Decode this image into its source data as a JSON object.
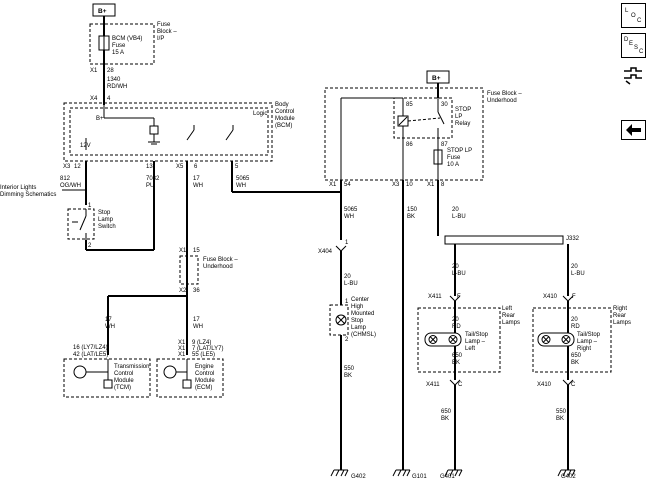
{
  "battery_label": "B+",
  "fuse_block_ip": {
    "line1": "Fuse",
    "line2": "Block –",
    "line3": "I/P"
  },
  "bcm_fuse": {
    "line1": "BCM (VB4)",
    "line2": "Fuse",
    "line3": "15 A"
  },
  "conn_x1_28": {
    "conn": "X1",
    "pin": "28"
  },
  "wire_1340": {
    "circuit": "1340",
    "color": "RD/WH"
  },
  "conn_x4_4": {
    "conn": "X4",
    "pin": "4"
  },
  "bcm": {
    "line1": "Body",
    "line2": "Control",
    "line3": "Module",
    "line4": "(BCM)",
    "logic": "Logic",
    "bplus": "B+",
    "v12": "12V"
  },
  "bcm_pins": {
    "x3": "X3",
    "p12": "12",
    "p13": "13",
    "x5": "X5",
    "p6": "6",
    "p5": "5"
  },
  "wire_812": {
    "circuit": "812",
    "color": "OG/WH"
  },
  "wire_7082": {
    "circuit": "7082",
    "color": "PU"
  },
  "wire_17a": {
    "circuit": "17",
    "color": "WH"
  },
  "wire_5065a": {
    "circuit": "5065",
    "color": "WH"
  },
  "interior_lights": {
    "line1": "Interior Lights",
    "line2": "Dimming Schematics"
  },
  "stop_switch": {
    "line1": "Stop",
    "line2": "Lamp",
    "line3": "Switch",
    "pin1": "1",
    "pin2": "2"
  },
  "fuse_block_uh_left": {
    "line1": "Fuse Block –",
    "line2": "Underhood",
    "x1": "X1",
    "p15": "15",
    "x2": "X2",
    "p36": "36"
  },
  "wire_17_tcm": {
    "circuit": "17",
    "color": "WH"
  },
  "wire_17_ecm": {
    "circuit": "17",
    "color": "WH"
  },
  "tcm": {
    "pin_a": "16 (LY7/LZ4)",
    "pin_b": "42 (LAT/LE5)",
    "line1": "Transmission",
    "line2": "Control",
    "line3": "Module",
    "line4": "(TCM)"
  },
  "ecm": {
    "x1a": "X1",
    "x1b": "X1",
    "x1c": "X1",
    "pin_a": "9 (LZ4)",
    "pin_b": "7 (LAT/LY7)",
    "pin_c": "55 (LE5)",
    "line1": "Engine",
    "line2": "Control",
    "line3": "Module",
    "line4": "(ECM)"
  },
  "fuse_block_uh_right": {
    "line1": "Fuse Block –",
    "line2": "Underhood"
  },
  "relay": {
    "p85": "85",
    "p30": "30",
    "p86": "86",
    "p87": "87",
    "line1": "STOP",
    "line2": "LP",
    "line3": "Relay"
  },
  "stop_fuse": {
    "line1": "STOP LP",
    "line2": "Fuse",
    "line3": "10 A"
  },
  "fbu_pins": {
    "x1a": "X1",
    "p54": "54",
    "x3": "X3",
    "p10": "10",
    "x1b": "X1",
    "p8": "8"
  },
  "wire_5065b": {
    "circuit": "5065",
    "color": "WH"
  },
  "wire_150": {
    "circuit": "150",
    "color": "BK"
  },
  "wire_20_lbu_a": {
    "circuit": "20",
    "color": "L-BU"
  },
  "splice": {
    "label": "J332"
  },
  "x404": {
    "label": "X404",
    "pin": "1"
  },
  "wire_20_chmsl": {
    "circuit": "20",
    "color": "L-BU"
  },
  "chmsl": {
    "line1": "Center",
    "line2": "High",
    "line3": "Mounted",
    "line4": "Stop",
    "line5": "Lamp",
    "line6": "(CHMSL)",
    "pin1": "1",
    "pin2": "2"
  },
  "wire_550_chmsl": {
    "circuit": "550",
    "color": "BK"
  },
  "wire_20_left": {
    "circuit": "20",
    "color": "L-BU"
  },
  "wire_20_right": {
    "circuit": "20",
    "color": "L-BU"
  },
  "x411_f": {
    "label": "X411",
    "pin": "F"
  },
  "x410_f": {
    "label": "X410",
    "pin": "F"
  },
  "left_lamps": {
    "line1": "Left",
    "line2": "Rear",
    "line3": "Lamps"
  },
  "right_lamps": {
    "line1": "Right",
    "line2": "Rear",
    "line3": "Lamps"
  },
  "wire_20_rd_left": {
    "circuit": "20",
    "color": "RD"
  },
  "wire_20_rd_right": {
    "circuit": "20",
    "color": "RD"
  },
  "tail_left": {
    "line1": "Tail/Stop",
    "line2": "Lamp –",
    "line3": "Left"
  },
  "tail_right": {
    "line1": "Tail/Stop",
    "line2": "Lamp –",
    "line3": "Right"
  },
  "wire_650_left_a": {
    "circuit": "650",
    "color": "BK"
  },
  "wire_650_right_a": {
    "circuit": "650",
    "color": "BK"
  },
  "x411_c": {
    "label": "X411",
    "pin": "C"
  },
  "x410_c": {
    "label": "X410",
    "pin": "C"
  },
  "wire_650_left_b": {
    "circuit": "650",
    "color": "BK"
  },
  "wire_550_right": {
    "circuit": "550",
    "color": "BK"
  },
  "grounds": {
    "g402a": "G402",
    "g101": "G101",
    "g401": "G401",
    "g402b": "G402"
  },
  "side_buttons": {
    "loc": {
      "letters": [
        "L",
        "O",
        "C"
      ]
    },
    "desc": {
      "letters": [
        "D",
        "E",
        "S",
        "C"
      ]
    },
    "connector_icon": "connector-icon",
    "back_icon": "left-arrow-icon"
  }
}
